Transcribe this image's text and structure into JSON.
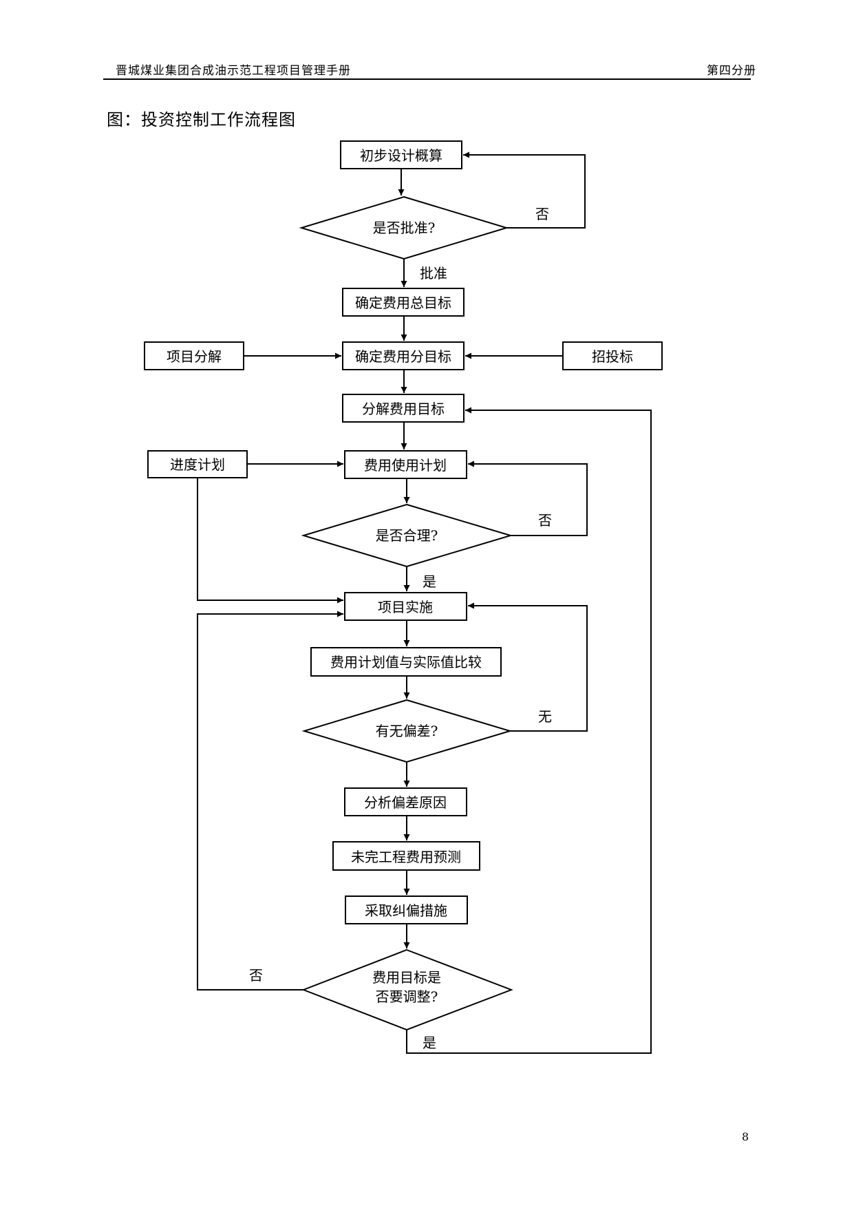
{
  "header": {
    "title": "晋城煤业集团合成油示范工程项目管理手册",
    "volume": "第四分册"
  },
  "figure_title": "图：投资控制工作流程图",
  "page_number": "8",
  "nodes": {
    "n1": "初步设计概算",
    "d1": "是否批准?",
    "n2": "确定费用总目标",
    "n3": "确定费用分目标",
    "side1": "项目分解",
    "side2": "招投标",
    "n4": "分解费用目标",
    "side3": "进度计划",
    "n5": "费用使用计划",
    "d2": "是否合理?",
    "n6": "项目实施",
    "n7": "费用计划值与实际值比较",
    "d3": "有无偏差?",
    "n8": "分析偏差原因",
    "n9": "未完工程费用预测",
    "n10": "采取纠偏措施",
    "d4_line1": "费用目标是",
    "d4_line2": "否要调整?"
  },
  "edge_labels": {
    "d1_no": "否",
    "d1_yes": "批准",
    "d2_no": "否",
    "d2_yes": "是",
    "d3_no": "无",
    "d4_no": "否",
    "d4_yes": "是"
  }
}
